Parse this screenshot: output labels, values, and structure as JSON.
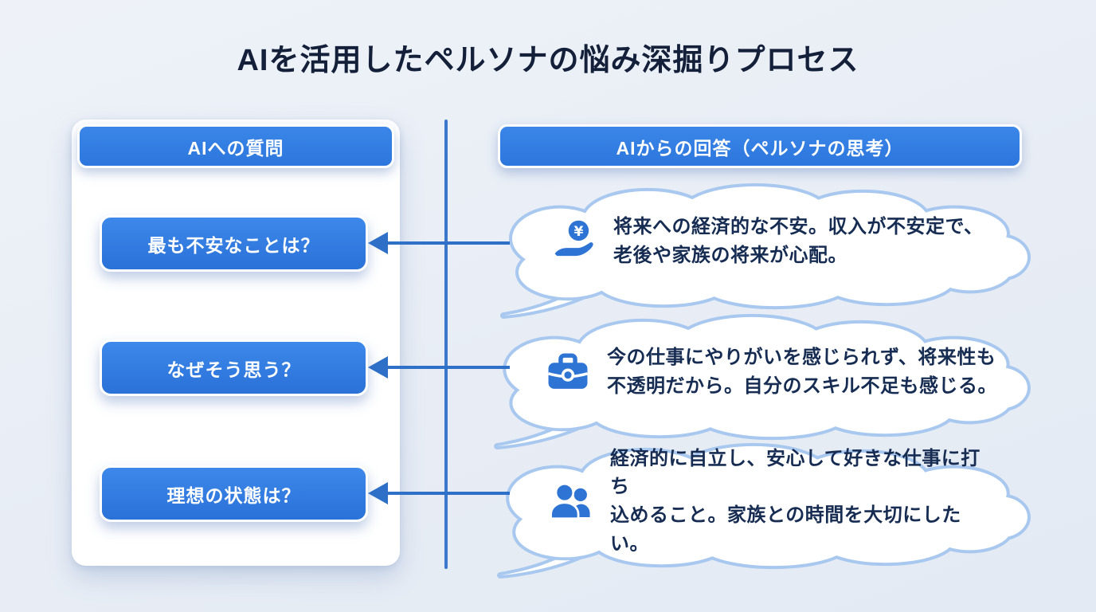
{
  "title": "AIを活用したペルソナの悩み深掘りプロセス",
  "left_panel": {
    "header": "AIへの質問",
    "questions": [
      "最も不安なことは？",
      "なぜそう思う？",
      "理想の状態は？"
    ]
  },
  "right_panel": {
    "header": "AIからの回答（ペルソナの思考）",
    "answers": [
      {
        "icon": "yen-hand-icon",
        "text": "将来への経済的な不安。収入が不安定で、\n老後や家族の将来が心配。"
      },
      {
        "icon": "briefcase-icon",
        "text": "今の仕事にやりがいを感じられず、将来性も\n不透明だから。自分のスキル不足も感じる。"
      },
      {
        "icon": "people-group-icon",
        "text": "経済的に自立し、安心して好きな仕事に打ち\n込めること。家族との時間を大切にしたい。"
      }
    ]
  },
  "colors": {
    "accent_blue": "#2f7ce2",
    "arrow_blue": "#2e6fc8",
    "cloud_border": "#a9c8ef",
    "text_navy": "#162c52",
    "title_navy": "#14203a",
    "background": "#e8edf4",
    "card_white": "#ffffff",
    "icon_blue": "#2e74d4"
  }
}
